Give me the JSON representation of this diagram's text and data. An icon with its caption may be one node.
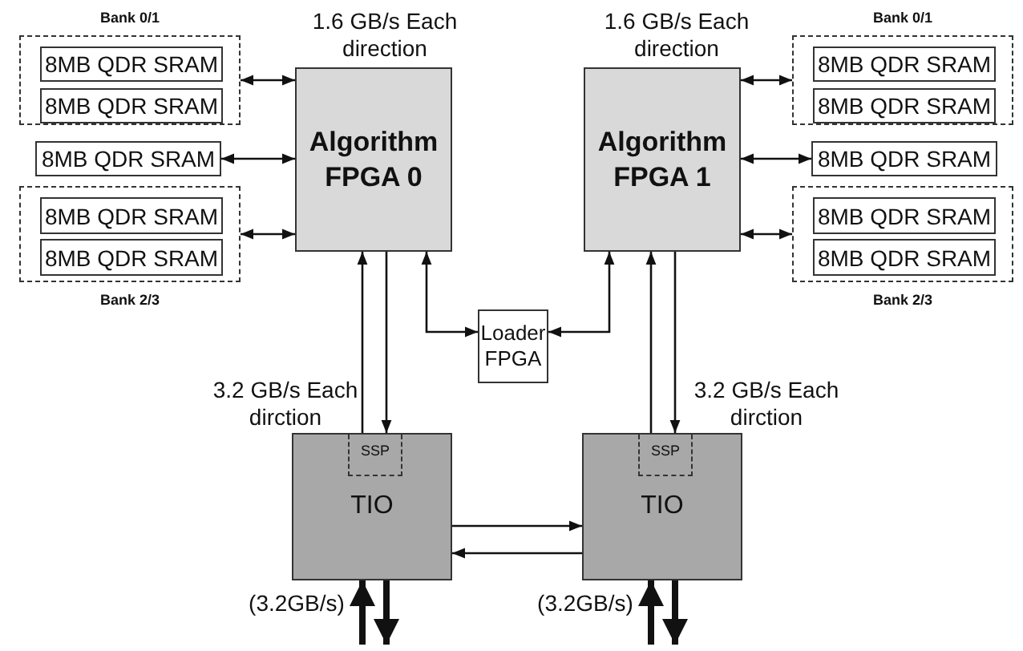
{
  "diagram": {
    "nodes": [
      {
        "text": [
          "Bank 0/1"
        ]
      },
      {
        "text": [
          "8MB QDR SRAM"
        ],
        "in": 0
      },
      {
        "text": [
          "8MB QDR SRAM"
        ],
        "in": 0
      },
      {
        "text": [
          "8MB QDR SRAM"
        ]
      },
      {
        "text": [
          "Bank 2/3"
        ]
      },
      {
        "text": [
          "8MB QDR SRAM"
        ],
        "in": 4
      },
      {
        "text": [
          "8MB QDR SRAM"
        ],
        "in": 4
      },
      {
        "text": [
          "Algorithm FPGA 0"
        ]
      },
      {
        "text": [
          "Algorithm FPGA 1"
        ]
      },
      {
        "text": [
          "Bank 0/1"
        ]
      },
      {
        "text": [
          "8MB QDR SRAM"
        ],
        "in": 9
      },
      {
        "text": [
          "8MB QDR SRAM"
        ],
        "in": 9
      },
      {
        "text": [
          "8MB QDR SRAM"
        ]
      },
      {
        "text": [
          "Bank 2/3"
        ]
      },
      {
        "text": [
          "8MB QDR SRAM"
        ],
        "in": 13
      },
      {
        "text": [
          "8MB QDR SRAM"
        ],
        "in": 13
      },
      {
        "text": [
          "Loader FPGA"
        ]
      },
      {
        "text": [
          "TIO"
        ]
      },
      {
        "text": [
          "SSP"
        ],
        "in": 17
      },
      {
        "text": [
          "TIO"
        ]
      },
      {
        "text": [
          "SSP"
        ],
        "in": 19
      }
    ],
    "edges": [
      {
        "from": 0,
        "to": 7,
        "arrow": "both"
      },
      {
        "from": 3,
        "to": 7,
        "arrow": "both"
      },
      {
        "from": 4,
        "to": 7,
        "arrow": "both"
      },
      {
        "from": 8,
        "to": 9,
        "arrow": "both"
      },
      {
        "from": 8,
        "to": 12,
        "arrow": "both"
      },
      {
        "from": 8,
        "to": 13,
        "arrow": "both"
      },
      {
        "from": 7,
        "to": 16,
        "arrow": "both"
      },
      {
        "from": 8,
        "to": 16,
        "arrow": "both"
      },
      {
        "from": 18,
        "to": 7,
        "arrow": "to"
      },
      {
        "from": 7,
        "to": 18,
        "arrow": "to"
      },
      {
        "from": 20,
        "to": 8,
        "arrow": "to"
      },
      {
        "from": 8,
        "to": 20,
        "arrow": "to"
      },
      {
        "from": 17,
        "to": 19,
        "arrow": "to"
      },
      {
        "from": 19,
        "to": 17,
        "arrow": "to"
      },
      {
        "from": null,
        "to": 17,
        "arrow": "to",
        "style": "thick"
      },
      {
        "from": 17,
        "to": null,
        "arrow": "to",
        "style": "thick"
      },
      {
        "from": null,
        "to": 19,
        "arrow": "to",
        "style": "thick"
      },
      {
        "from": 19,
        "to": null,
        "arrow": "to",
        "style": "thick"
      }
    ],
    "labels": [
      "1.6 GB/s Each direction",
      "1.6 GB/s Each direction",
      "3.2 GB/s Each dirction",
      "3.2 GB/s Each dirction",
      "(3.2GB/s)",
      "(3.2GB/s)"
    ]
  }
}
